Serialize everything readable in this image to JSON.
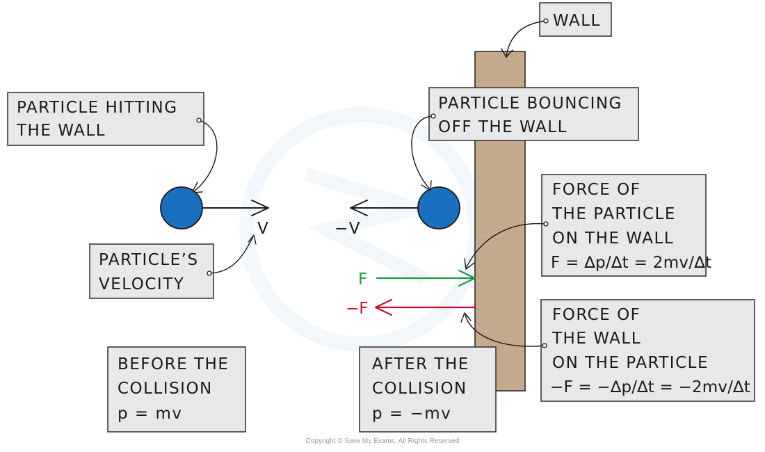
{
  "colors": {
    "wall": "#c4a98d",
    "particle": "#1a6fbe",
    "force_positive": "#1e9a4a",
    "force_negative": "#c8102e",
    "box_fill": "#e8e8e8"
  },
  "labels": {
    "wall": "WALL",
    "hitting": [
      "PARTICLE HITTING",
      "THE WALL"
    ],
    "bouncing": [
      "PARTICLE BOUNCING",
      "OFF THE WALL"
    ],
    "velocity_label": [
      "PARTICLE’S",
      "VELOCITY"
    ],
    "force_on_wall": [
      "FORCE OF",
      "THE PARTICLE",
      "ON THE WALL",
      "F = ∆p/∆t = 2mv/∆t"
    ],
    "force_on_particle": [
      "FORCE OF",
      "THE WALL",
      "ON THE PARTICLE",
      "−F = −∆p/∆t = −2mv/∆t"
    ],
    "before": [
      "BEFORE THE",
      "COLLISION",
      "p = mv"
    ],
    "after": [
      "AFTER THE",
      "COLLISION",
      "p = −mv"
    ]
  },
  "symbols": {
    "v": "V",
    "minus_v": "−V",
    "f": "F",
    "minus_f": "−F"
  },
  "copyright": "Copyright © Save My Exams. All Rights Reserved"
}
